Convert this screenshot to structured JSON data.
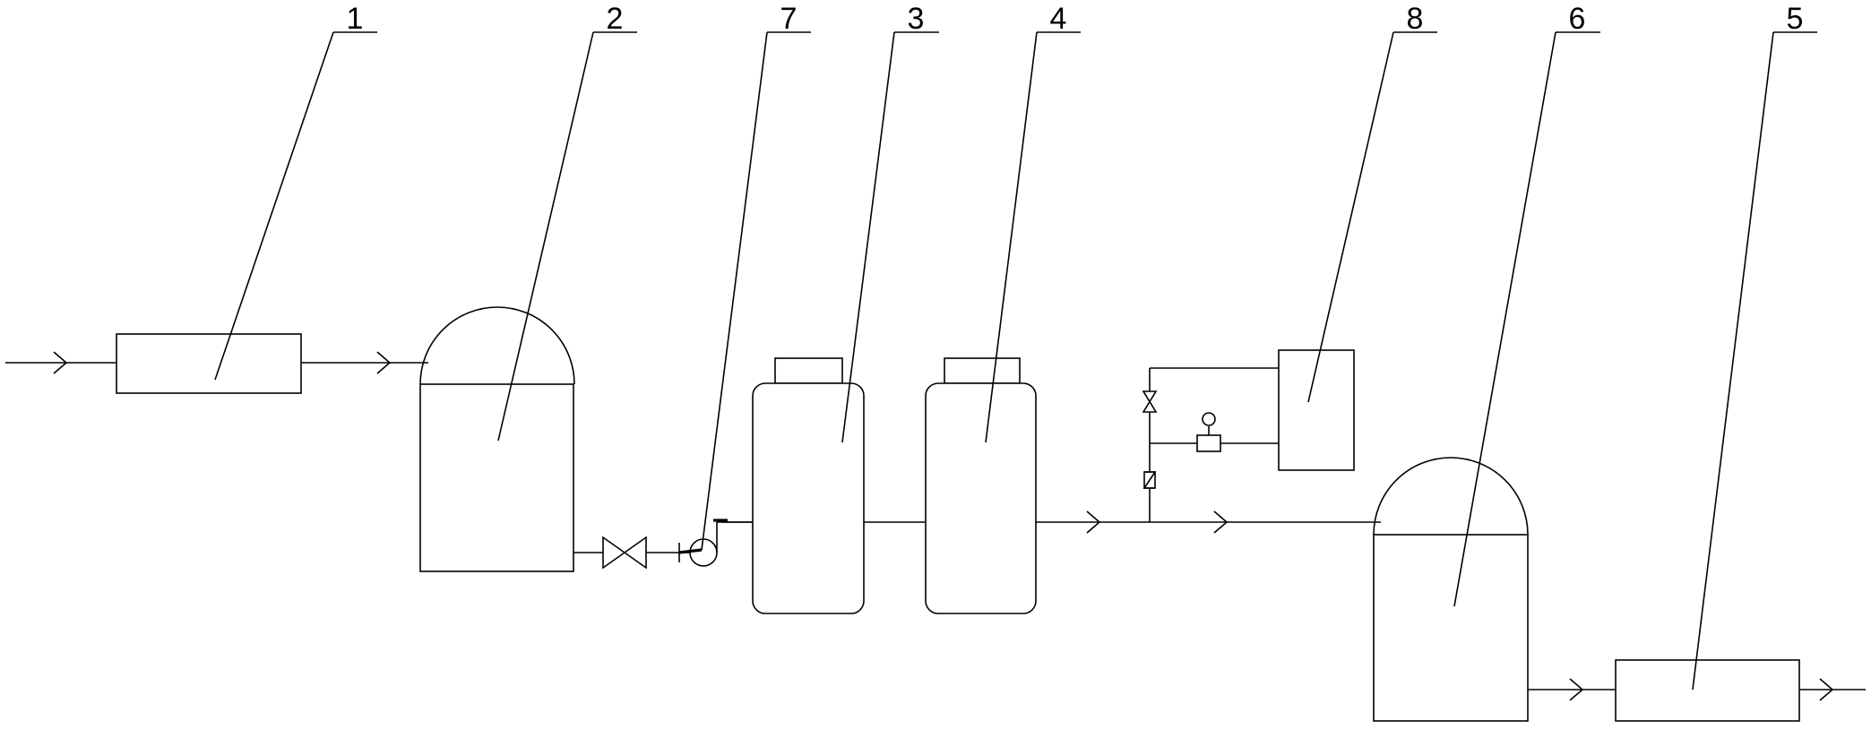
{
  "colors": {
    "line": "#000000",
    "background": "#ffffff"
  },
  "labels": [
    "1",
    "2",
    "7",
    "3",
    "4",
    "8",
    "6",
    "5"
  ]
}
